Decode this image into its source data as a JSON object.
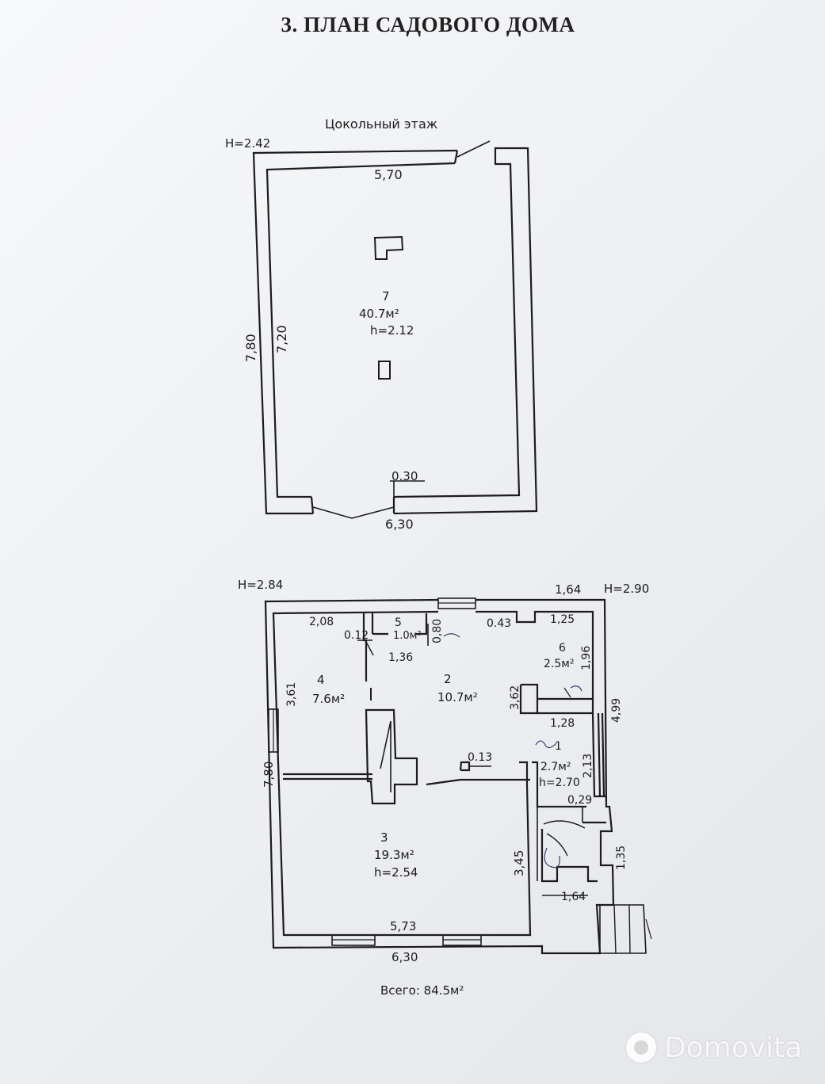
{
  "page": {
    "title": "3. ПЛАН САДОВОГО ДОМА",
    "total": "Всего: 84.5м²"
  },
  "basement": {
    "caption": "Цокольный этаж",
    "wall_height": "H=2.42",
    "dim_top": "5,70",
    "dim_bottom": "6,30",
    "dim_left_outer": "7,80",
    "dim_left_inner": "7,20",
    "dim_small": "0.30",
    "room": {
      "number": "7",
      "area": "40.7м²",
      "height": "h=2.12"
    }
  },
  "ground_floor": {
    "height_left": "H=2.84",
    "height_right": "H=2.90",
    "dims": {
      "top_right": "1,64",
      "d_2_08": "2,08",
      "d_0_12": "0.12",
      "d_0_80": "0,80",
      "d_1_36": "1,36",
      "d_0_43": "0.43",
      "d_1_25": "1,25",
      "d_1_96": "1,96",
      "d_3_61": "3,61",
      "d_3_62": "3,62",
      "d_4_99": "4,99",
      "d_1_28": "1,28",
      "d_0_13": "0.13",
      "d_2_13": "2,13",
      "d_0_29": "0,29",
      "d_7_80": "7,80",
      "d_3_45": "3,45",
      "d_1_35": "1,35",
      "d_1_64_bottom": "1,64",
      "d_5_73": "5,73",
      "d_6_30": "6,30"
    },
    "rooms": [
      {
        "number": "1",
        "area": "2.7м²",
        "height": "h=2.70"
      },
      {
        "number": "2",
        "area": "10.7м²",
        "height": ""
      },
      {
        "number": "3",
        "area": "19.3м²",
        "height": "h=2.54"
      },
      {
        "number": "4",
        "area": "7.6м²",
        "height": ""
      },
      {
        "number": "5",
        "area": "1.0м²",
        "height": ""
      },
      {
        "number": "6",
        "area": "2.5м²",
        "height": ""
      }
    ]
  },
  "watermark": {
    "text": "Domovita"
  },
  "colors": {
    "ink": "#1c1c1c",
    "paper": "#f4f5f7",
    "pen": "#3a3f6e"
  }
}
